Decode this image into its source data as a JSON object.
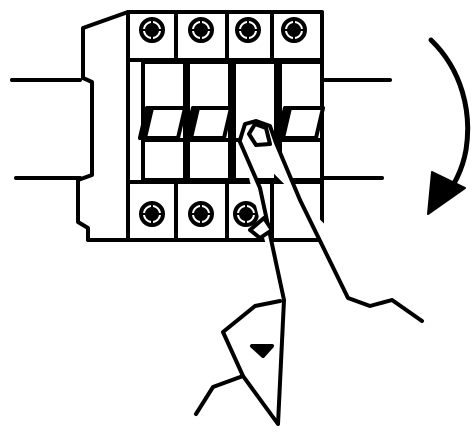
{
  "illustration": {
    "subject": "breaker-being-switched-by-hand",
    "breaker": {
      "pole_count": 4,
      "switched_pole": 3,
      "top_screw_count": 4,
      "bottom_screw_count": 3
    },
    "rotation_hint": "clockwise-arrow",
    "colors": {
      "stroke": "#000000",
      "fill": "#ffffff"
    }
  }
}
